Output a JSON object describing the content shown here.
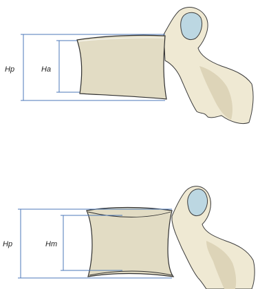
{
  "top_figure": {
    "label_outer": "Hp",
    "label_inner": "Ha"
  },
  "bottom_figure": {
    "label_outer": "Hp",
    "label_inner": "Hm"
  },
  "colors": {
    "body_fill": "#e2dcc4",
    "body_stroke": "#2f2f2f",
    "process_fill": "#efe9d3",
    "facet_fill": "#bcd7e2",
    "measure_line": "#4b77b8"
  }
}
